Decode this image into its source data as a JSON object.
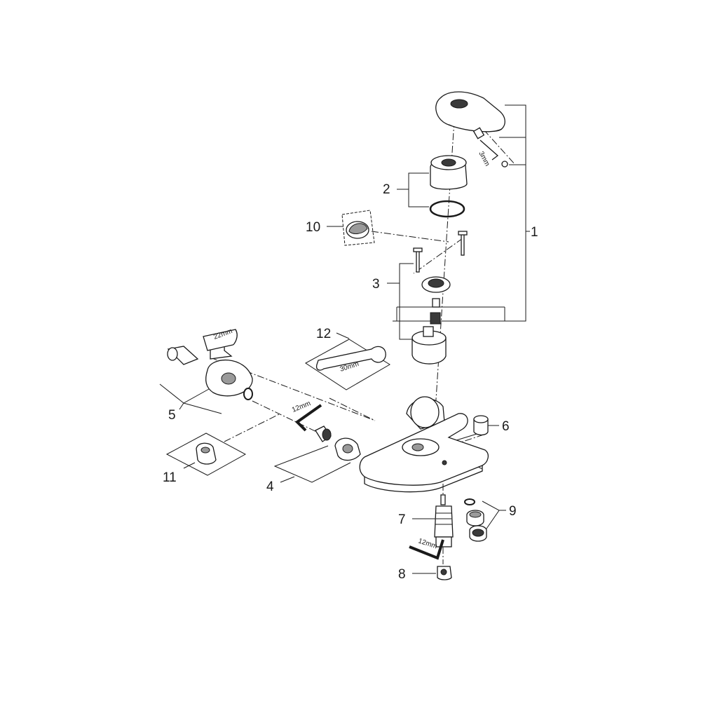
{
  "callouts": {
    "c1": "1",
    "c2": "2",
    "c3": "3",
    "c4": "4",
    "c5": "5",
    "c6": "6",
    "c7": "7",
    "c8": "8",
    "c9": "9",
    "c10": "10",
    "c11": "11",
    "c12": "12"
  },
  "dimensions": {
    "hex_3mm": "3mm",
    "spanner_22mm": "22mm",
    "spanner_30mm": "30mm",
    "hex_12mm_left": "12mm",
    "hex_12mm_bottom": "12mm"
  }
}
